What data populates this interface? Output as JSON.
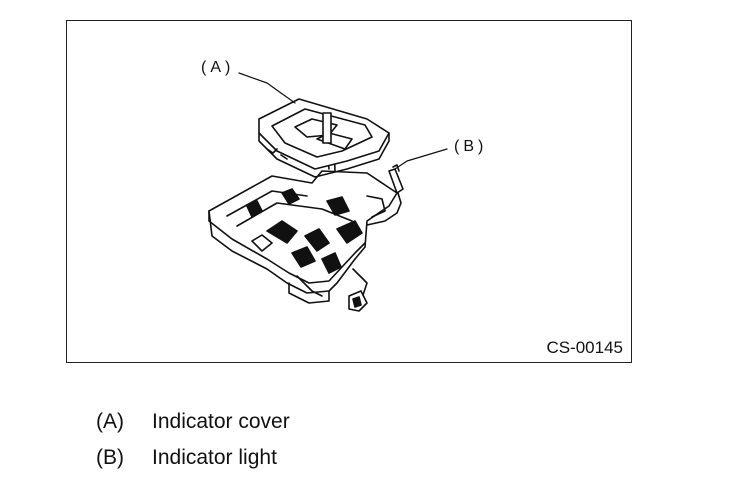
{
  "figure": {
    "callouts": [
      {
        "key": "a",
        "label": "(A)"
      },
      {
        "key": "b",
        "label": "(B)"
      }
    ],
    "code": "CS-00145"
  },
  "legend": {
    "items": [
      {
        "key": "(A)",
        "text": "Indicator cover"
      },
      {
        "key": "(B)",
        "text": "Indicator light"
      }
    ]
  }
}
